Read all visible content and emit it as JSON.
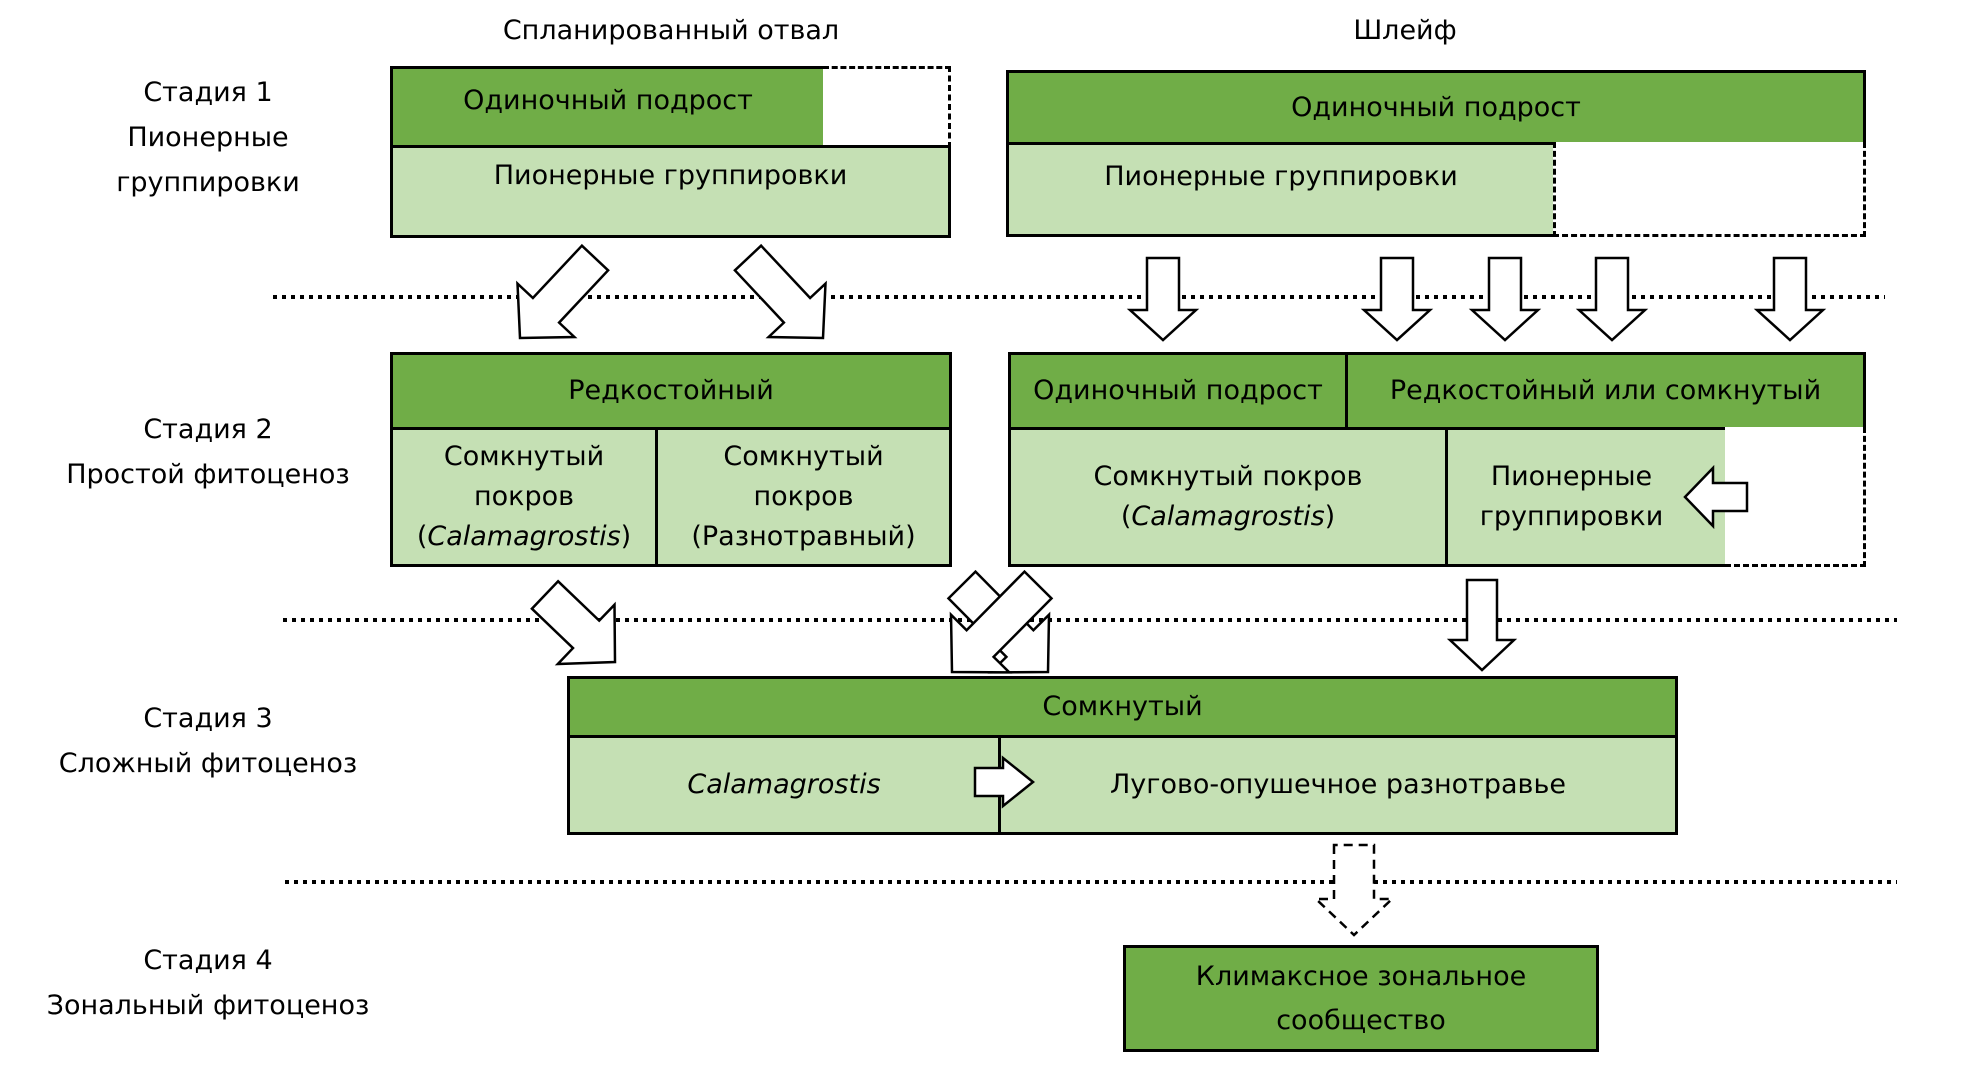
{
  "columns": {
    "left_title": "Спланированный отвал",
    "right_title": "Шлейф"
  },
  "stages": [
    {
      "line1": "Стадия 1",
      "line2": "Пионерные",
      "line3": "группировки"
    },
    {
      "line1": "Стадия 2",
      "line2": "Простой фитоценоз"
    },
    {
      "line1": "Стадия 3",
      "line2": "Сложный фитоценоз"
    },
    {
      "line1": "Стадия 4",
      "line2": "Зональный фитоценоз"
    }
  ],
  "stage1": {
    "left_top": "Одиночный подрост",
    "left_bottom": "Пионерные группировки",
    "right_top": "Одиночный подрост",
    "right_bottom": "Пионерные группировки"
  },
  "stage2": {
    "left_top": "Редкостойный",
    "left_cell1_l1": "Сомкнутый",
    "left_cell1_l2": "покров",
    "left_cell1_l3_pre": "(",
    "left_cell1_l3_it": "Calamagrostis",
    "left_cell1_l3_post": ")",
    "left_cell2_l1": "Сомкнутый",
    "left_cell2_l2": "покров",
    "left_cell2_l3": "(Разнотравный)",
    "right_top1": "Одиночный подрост",
    "right_top2": "Редкостойный или сомкнутый",
    "right_cell1_l1": "Сомкнутый покров",
    "right_cell1_l2_pre": "(",
    "right_cell1_l2_it": "Calamagrostis",
    "right_cell1_l2_post": ")",
    "right_cell2_l1": "Пионерные",
    "right_cell2_l2": "группировки"
  },
  "stage3": {
    "top": "Сомкнутый",
    "cell1": "Calamagrostis",
    "cell2": "Лугово-опушечное разнотравье"
  },
  "stage4": {
    "line1": "Климаксное зональное",
    "line2": "сообщество"
  },
  "colors": {
    "dark_green": "#70AD47",
    "light_green": "#C5E0B4"
  }
}
